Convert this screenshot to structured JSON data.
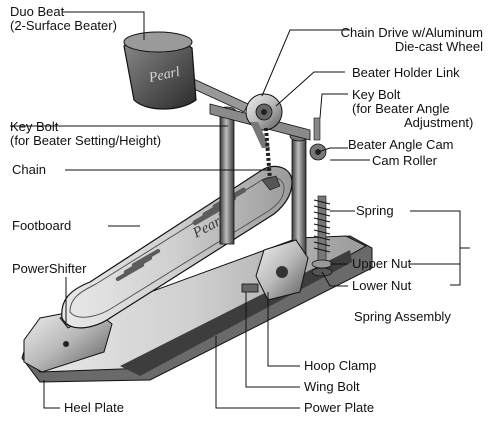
{
  "labels": {
    "duo_beat": "Duo Beat",
    "duo_beat_sub": "(2-Surface Beater)",
    "chain_drive": "Chain Drive w/Aluminum",
    "chain_drive_sub": "Die-cast Wheel",
    "beater_holder_link": "Beater Holder Link",
    "key_bolt_angle": "Key Bolt",
    "key_bolt_angle_sub1": "(for Beater Angle",
    "key_bolt_angle_sub2": "Adjustment)",
    "key_bolt_setting": "Key Bolt",
    "key_bolt_setting_sub": "(for Beater Setting/Height)",
    "beater_angle_cam": "Beater Angle Cam",
    "chain": "Chain",
    "cam_roller": "Cam Roller",
    "footboard": "Footboard",
    "spring": "Spring",
    "powershifter": "PowerShifter",
    "upper_nut": "Upper Nut",
    "lower_nut": "Lower Nut",
    "spring_assembly": "Spring Assembly",
    "hoop_clamp": "Hoop Clamp",
    "wing_bolt": "Wing Bolt",
    "heel_plate": "Heel Plate",
    "power_plate": "Power Plate"
  },
  "colors": {
    "line": "#111111",
    "metal_light": "#d9d9d9",
    "metal_mid": "#a8a8a8",
    "metal_dark": "#4a4a4a",
    "shadow": "#222222"
  }
}
